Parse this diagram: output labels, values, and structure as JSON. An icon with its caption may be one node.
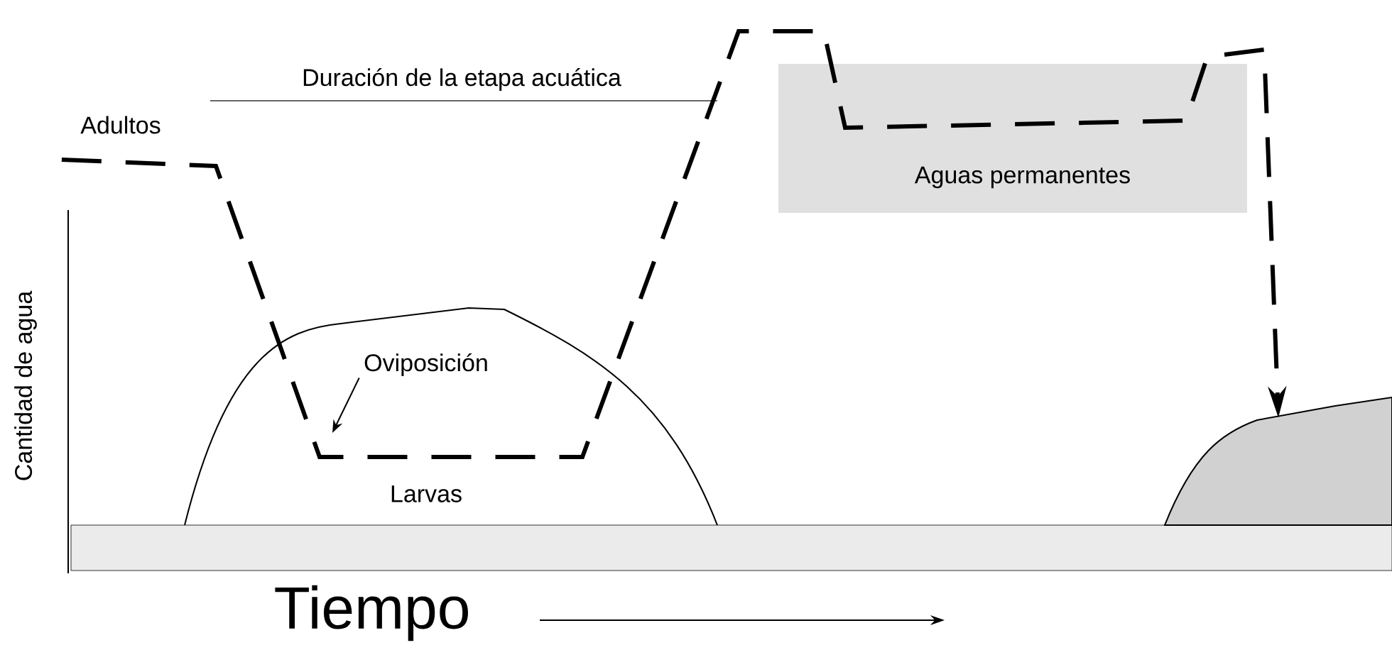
{
  "diagram": {
    "nodes": [
      {
        "text": [
          "Adultos"
        ]
      },
      {
        "text": [
          "Aguas permanentes"
        ]
      },
      {
        "text": [
          "Oviposición"
        ]
      },
      {
        "text": [
          "Larvas"
        ]
      },
      {
        "text": [],
        "shape": "picture"
      }
    ],
    "edges": [
      {
        "from": 0,
        "to": 4,
        "arrow": "to",
        "style": "dashed"
      },
      {
        "from": 2,
        "to": null,
        "arrow": "to"
      }
    ],
    "labels": [
      "Duración de la etapa acuática",
      "Cantidad de agua",
      "Tiempo"
    ]
  }
}
